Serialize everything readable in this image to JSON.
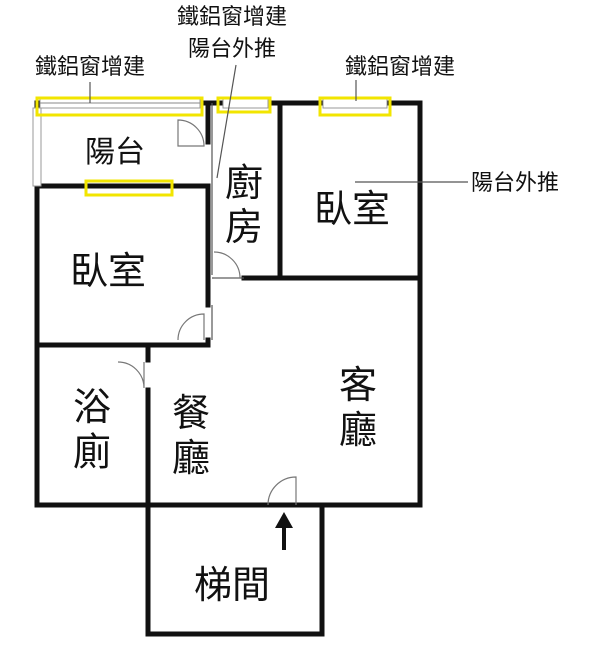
{
  "labels": {
    "annotation_top_left": "鐵鋁窗增建",
    "annotation_top_center_line1": "鐵鋁窗增建",
    "annotation_top_center_line2": "陽台外推",
    "annotation_top_right": "鐵鋁窗增建",
    "annotation_right": "陽台外推",
    "room_balcony": "陽台",
    "room_kitchen_line1": "廚",
    "room_kitchen_line2": "房",
    "room_bedroom_right": "臥室",
    "room_bedroom_left": "臥室",
    "room_bathroom_line1": "浴",
    "room_bathroom_line2": "廁",
    "room_dining_line1": "餐",
    "room_dining_line2": "廳",
    "room_living_line1": "客",
    "room_living_line2": "廳",
    "room_stair": "梯間"
  },
  "colors": {
    "highlight": "#f2e500",
    "wall": "#111111"
  }
}
